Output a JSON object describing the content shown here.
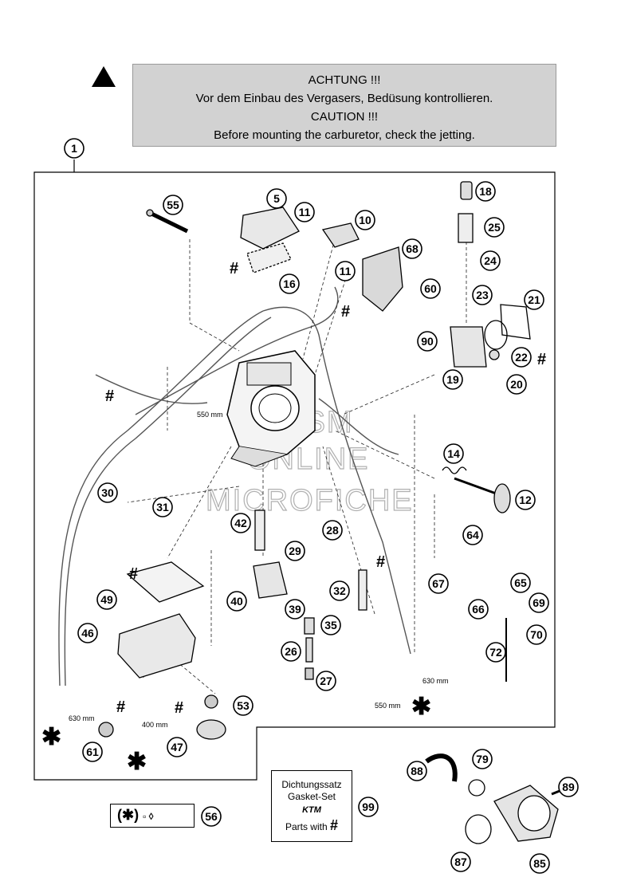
{
  "caution": {
    "line1": "ACHTUNG !!!",
    "line2": "Vor dem Einbau des Vergasers, Bedüsung kontrollieren.",
    "line3": "CAUTION !!!",
    "line4": "Before mounting the carburetor, check the jetting."
  },
  "watermark": {
    "line1": "HLSM",
    "line2": "ONLINE",
    "line3": "MICROFICHE"
  },
  "gasket_kit": {
    "line1": "Dichtungssatz",
    "line2": "Gasket-Set",
    "brand": "KTM",
    "line3": "Parts with",
    "symbol": "#"
  },
  "spare_symbol": "(✱)",
  "gasket_symbol": "#",
  "asterisk_symbol": "✱",
  "dimensions": {
    "d550a": "550 mm",
    "d550b": "550 mm",
    "d630a": "630 mm",
    "d630b": "630 mm",
    "d400": "400 mm"
  },
  "callouts": {
    "c1": "1",
    "c5": "5",
    "c10": "10",
    "c11a": "11",
    "c11b": "11",
    "c12": "12",
    "c14": "14",
    "c16": "16",
    "c18": "18",
    "c19": "19",
    "c20": "20",
    "c21": "21",
    "c22": "22",
    "c23": "23",
    "c24": "24",
    "c25": "25",
    "c26": "26",
    "c27": "27",
    "c28": "28",
    "c29": "29",
    "c30": "30",
    "c31": "31",
    "c32": "32",
    "c35": "35",
    "c39": "39",
    "c40": "40",
    "c42": "42",
    "c46": "46",
    "c47": "47",
    "c49": "49",
    "c53": "53",
    "c55": "55",
    "c56": "56",
    "c60": "60",
    "c61": "61",
    "c64": "64",
    "c65": "65",
    "c66": "66",
    "c67": "67",
    "c68": "68",
    "c69": "69",
    "c70": "70",
    "c72": "72",
    "c79": "79",
    "c85": "85",
    "c87": "87",
    "c88": "88",
    "c89": "89",
    "c90": "90",
    "c99": "99"
  }
}
